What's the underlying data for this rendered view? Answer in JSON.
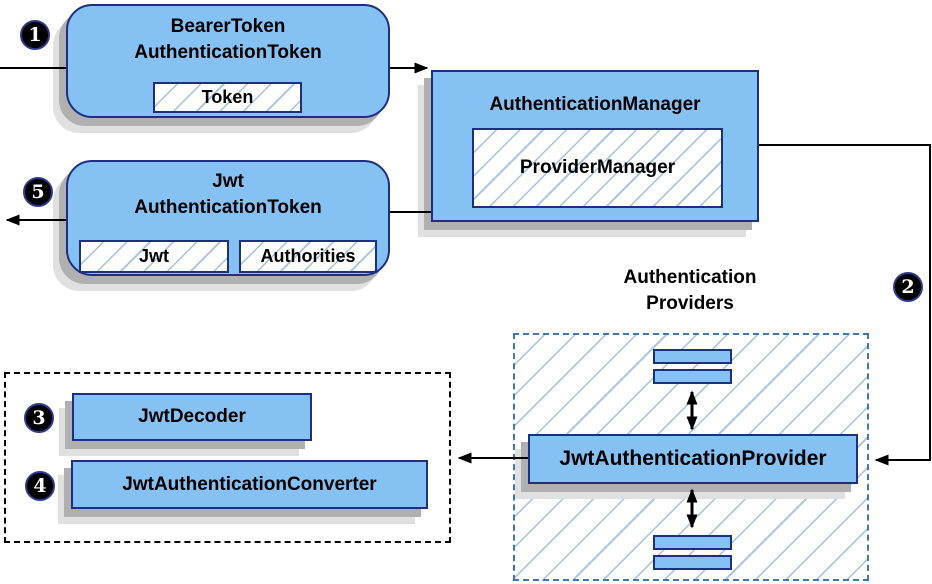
{
  "boxes": {
    "bearer_token": {
      "line1": "BearerToken",
      "line2": "AuthenticationToken",
      "chip": "Token"
    },
    "authentication_manager": {
      "title": "AuthenticationManager",
      "chip": "ProviderManager"
    },
    "jwt_authentication_token": {
      "line1": "Jwt",
      "line2": "AuthenticationToken",
      "chip_jwt": "Jwt",
      "chip_authorities": "Authorities"
    },
    "authentication_providers_label": {
      "line1": "Authentication",
      "line2": "Providers"
    },
    "jwt_authentication_provider": {
      "title": "JwtAuthenticationProvider"
    },
    "jwt_decoder": {
      "title": "JwtDecoder"
    },
    "jwt_authentication_converter": {
      "title": "JwtAuthenticationConverter"
    }
  },
  "badges": {
    "step1": "1",
    "step2": "2",
    "step3": "3",
    "step4": "4",
    "step5": "5"
  },
  "colors": {
    "box_fill": "#85c1f2",
    "box_border": "#1e2f82",
    "hatch_line": "#9fc1e8",
    "dashed_container_border": "#4176b5",
    "dotted_container_border": "#000000",
    "arrow": "#000000",
    "shadow_dark": "#b0b0b0",
    "shadow_light": "#e0e0e0",
    "badge_background": "#000000",
    "badge_text": "#ffffff",
    "text": "#000000",
    "background": "#ffffff"
  }
}
